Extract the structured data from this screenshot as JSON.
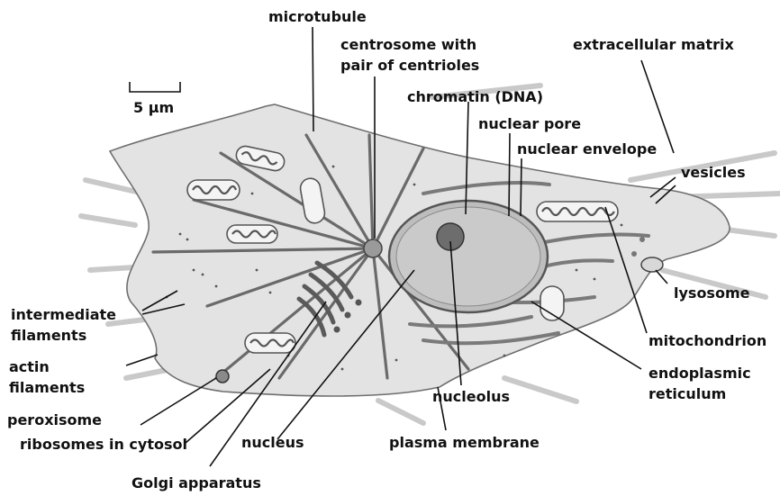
{
  "labels": {
    "microtubule": "microtubule",
    "centrosome_line1": "centrosome with",
    "centrosome_line2": "pair of centrioles",
    "extracellular_matrix": "extracellular matrix",
    "chromatin": "chromatin (DNA)",
    "nuclear_pore": "nuclear pore",
    "nuclear_envelope": "nuclear envelope",
    "vesicles": "vesicles",
    "lysosome": "lysosome",
    "mitochondrion": "mitochondrion",
    "er_line1": "endoplasmic",
    "er_line2": "reticulum",
    "nucleolus": "nucleolus",
    "plasma_membrane": "plasma membrane",
    "nucleus": "nucleus",
    "golgi": "Golgi apparatus",
    "ribosomes": "ribosomes in cytosol",
    "peroxisome": "peroxisome",
    "actin_line1": "actin",
    "actin_line2": "filaments",
    "intermediate_line1": "intermediate",
    "intermediate_line2": "filaments"
  },
  "scale_bar": {
    "label": "5 μm"
  }
}
